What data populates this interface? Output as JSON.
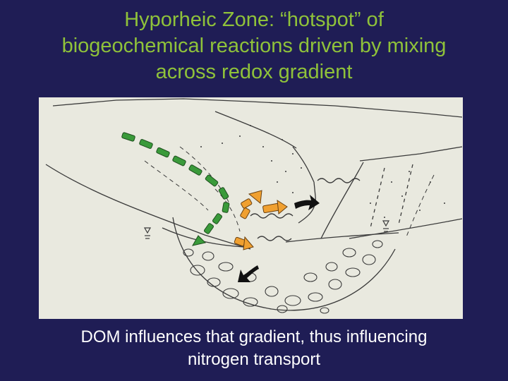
{
  "slide": {
    "title_lines": [
      "Hyporheic Zone: “hotspot” of",
      "biogeochemical reactions driven by mixing",
      "across redox gradient"
    ],
    "caption_lines": [
      "DOM influences that gradient, thus influencing",
      "nitrogen transport"
    ]
  },
  "diagram": {
    "background": "#e9e9df",
    "ink_color": "#3a3a3a",
    "arrow_colors": {
      "groundwater_flow": "#3a9a3a",
      "hyporheic_exchange": "#f0a030",
      "stream_flow": "#111111"
    },
    "icons": [
      "water-table-symbol-icon",
      "water-table-symbol-icon"
    ]
  }
}
